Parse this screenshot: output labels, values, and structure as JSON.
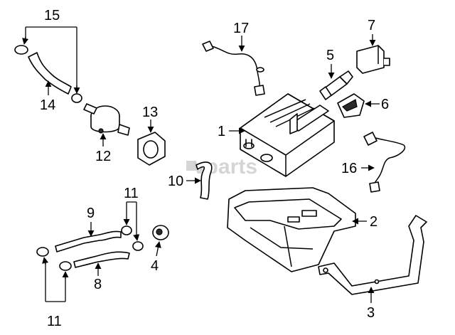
{
  "watermark": "vparts",
  "callouts": {
    "n1": "1",
    "n2": "2",
    "n3": "3",
    "n4": "4",
    "n5": "5",
    "n6": "6",
    "n7": "7",
    "n8": "8",
    "n9": "9",
    "n10": "10",
    "n11a": "11",
    "n11b": "11",
    "n12": "12",
    "n13": "13",
    "n14": "14",
    "n15": "15",
    "n16": "16",
    "n17": "17"
  }
}
